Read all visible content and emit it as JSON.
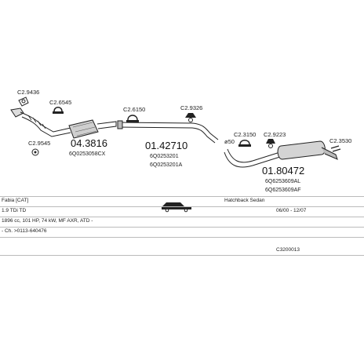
{
  "parts": {
    "gasket_front": "C2.9436",
    "clamp_front": "C2.6545",
    "gasket_left": "C2.9545",
    "catalyst_code": "04.3816",
    "catalyst_oem": "6Q0253058CX",
    "clamp_mid": "C2.6150",
    "middle_code": "01.42710",
    "middle_oem_1": "6Q0253201",
    "middle_oem_2": "6Q0253201A",
    "hanger_mid": "C2.9326",
    "clamp_50": "ø50",
    "clamp_rear": "C2.3150",
    "hanger_rear": "C2.9223",
    "tail_hanger": "C2.3530",
    "rear_code": "01.80472",
    "rear_oem_1": "6Q6253609AL",
    "rear_oem_2": "6Q6253609AF"
  },
  "info": {
    "model": "Fabia  [CAT]",
    "body_type": "Hatchback Sedan",
    "engine": "1.9 TDi TD",
    "period": "06/00 - 12/07",
    "spec": "1896 cc, 101 HP, 74 kW, MF AXR, ATD -",
    "chassis": "- Ch. >0113-640476",
    "catalog_code": "C3200013"
  }
}
